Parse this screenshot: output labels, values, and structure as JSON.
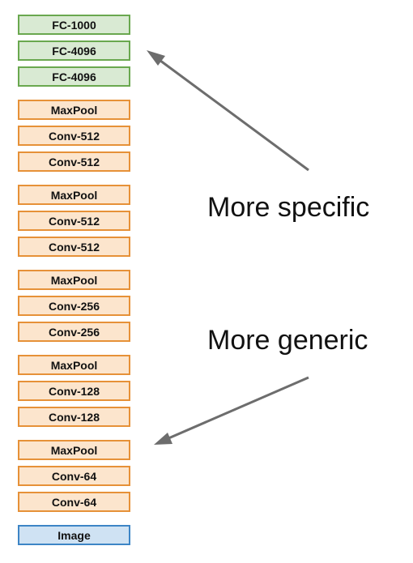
{
  "colors": {
    "fc_fill": "#d9ead3",
    "fc_border": "#6aa84f",
    "conv_fill": "#fce5cd",
    "conv_border": "#e69138",
    "image_fill": "#cfe2f3",
    "image_border": "#3d85c6",
    "arrow": "#6d6d6d"
  },
  "layers": [
    {
      "label": "FC-1000",
      "kind": "fc"
    },
    {
      "label": "FC-4096",
      "kind": "fc"
    },
    {
      "label": "FC-4096",
      "kind": "fc"
    },
    {
      "label": "MaxPool",
      "kind": "conv"
    },
    {
      "label": "Conv-512",
      "kind": "conv"
    },
    {
      "label": "Conv-512",
      "kind": "conv"
    },
    {
      "label": "MaxPool",
      "kind": "conv"
    },
    {
      "label": "Conv-512",
      "kind": "conv"
    },
    {
      "label": "Conv-512",
      "kind": "conv"
    },
    {
      "label": "MaxPool",
      "kind": "conv"
    },
    {
      "label": "Conv-256",
      "kind": "conv"
    },
    {
      "label": "Conv-256",
      "kind": "conv"
    },
    {
      "label": "MaxPool",
      "kind": "conv"
    },
    {
      "label": "Conv-128",
      "kind": "conv"
    },
    {
      "label": "Conv-128",
      "kind": "conv"
    },
    {
      "label": "MaxPool",
      "kind": "conv"
    },
    {
      "label": "Conv-64",
      "kind": "conv"
    },
    {
      "label": "Conv-64",
      "kind": "conv"
    },
    {
      "label": "Image",
      "kind": "image"
    }
  ],
  "annotations": {
    "specific": "More specific",
    "generic": "More generic"
  }
}
